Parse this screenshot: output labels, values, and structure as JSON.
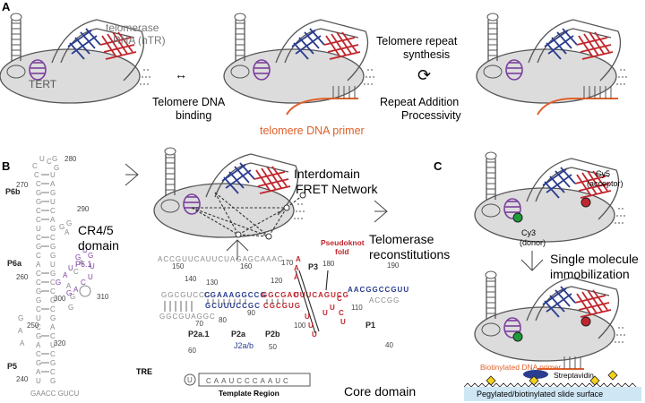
{
  "panels": {
    "a": "A",
    "b": "B",
    "c": "C"
  },
  "panel_a": {
    "telomerase_rna": "telomerase\nRNA (hTR)",
    "tert": "TERT",
    "binding": "Telomere DNA\nbinding",
    "primer": "telomere DNA primer",
    "repeat_synthesis": "Telomere repeat\nsynthesis",
    "processivity": "Repeat Addition\nProcessivity"
  },
  "panel_b": {
    "fret_network": "Interdomain\nFRET Network",
    "cr45_domain": "CR4/5\ndomain",
    "reconstitutions": "Telomerase\nreconstitutions",
    "core_domain": "Core domain",
    "pseudoknot": "Pseudoknot\nfold",
    "template_region": "Template Region",
    "template_seq": "CAAUCCCAAUC",
    "template_u": "U",
    "tre": "TRE",
    "stem_labels": {
      "p6b": "P6b",
      "p6a": "P6a",
      "p61": "P6.1",
      "p5": "P5",
      "p3": "P3",
      "p1": "P1",
      "p2a1": "P2a.1",
      "p2a": "P2a",
      "p2b": "P2b",
      "j2ab": "J2a/b"
    },
    "cr45_numbers": [
      "280",
      "270",
      "290",
      "260",
      "300",
      "310",
      "250",
      "320",
      "240"
    ],
    "core_numbers": [
      "150",
      "160",
      "170",
      "180",
      "190",
      "140",
      "130",
      "120",
      "110",
      "100",
      "90",
      "80",
      "70",
      "60",
      "50",
      "40"
    ],
    "core_rows": {
      "row1": "ACCGUUCAUUCUAGAGCAAAC",
      "row_top_left": "GGCGUCCG",
      "row_bot_left": "GGCGUAGGC",
      "blue_top": "CGAAAGGCCG",
      "blue_bot": "GCUUUCCGC",
      "red_top": "GGCGAC",
      "red_top2": "UUUCAGUCG",
      "red_bot": "CGCGUG",
      "p1_top": "AACGGCCGUU",
      "p1_bot": "ACCGG",
      "cr45_bottom": "GAACC  GUCU"
    }
  },
  "panel_c": {
    "cy5": "Cy5\n(acceptor)",
    "cy3": "Cy3\n(donor)",
    "immobilization": "Single molecule\nimmobilization",
    "biotin_primer": "Biotinylated DNA primer",
    "streptavidin": "Streptavidin",
    "surface": "Pegylated/biotinylated slide surface"
  },
  "colors": {
    "blue": "#2a3d8f",
    "red": "#c0262d",
    "purple": "#7b3f9e",
    "orange": "#e0602a",
    "gray_fill": "#dcdcdc",
    "green": "#1e9a3a",
    "yellow": "#f2d21b",
    "surface": "#cfe6f4"
  }
}
